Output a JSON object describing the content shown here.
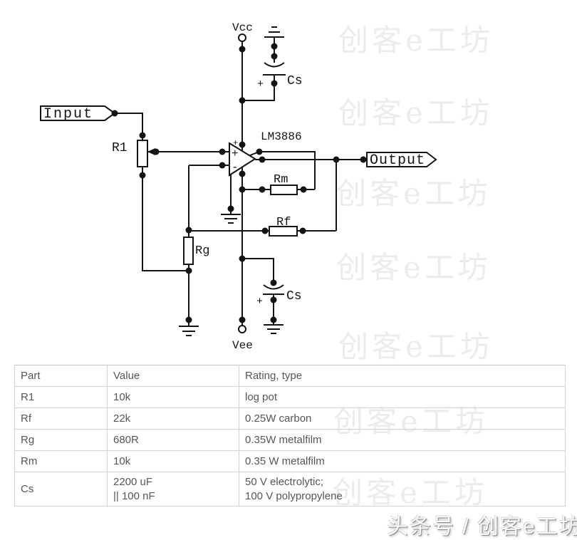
{
  "schematic": {
    "vcc_label": "Vcc",
    "vee_label": "Vee",
    "input_label": "Input",
    "output_label": "Output",
    "ic_label": "LM3886",
    "r1_label": "R1",
    "rm_label": "Rm",
    "rf_label": "Rf",
    "rg_label": "Rg",
    "cs_top_label": "Cs",
    "cs_bottom_label": "Cs",
    "opamp_plus": "+",
    "opamp_minus": "-",
    "opamp_power_plus": "+",
    "cs_top_plus": "+",
    "cs_bottom_plus": "+",
    "wire_color": "#141414"
  },
  "table": {
    "headers": [
      "Part",
      "Value",
      "Rating, type"
    ],
    "rows": [
      {
        "part": "R1",
        "value": "10k",
        "rating": "log pot"
      },
      {
        "part": "Rf",
        "value": "22k",
        "rating": "0.25W carbon"
      },
      {
        "part": "Rg",
        "value": "680R",
        "rating": "0.35W metalfilm"
      },
      {
        "part": "Rm",
        "value": "10k",
        "rating": "0.35 W metalfilm"
      },
      {
        "part": "Cs",
        "value": "2200 uF",
        "value_line2": "|| 100 nF",
        "rating": "50 V electrolytic;",
        "rating_line2": "100 V polypropylene"
      }
    ]
  },
  "watermark": {
    "text": "创客e工坊",
    "color": "#ececec"
  },
  "footer": {
    "text": "头条号 / 创客e工坊"
  }
}
